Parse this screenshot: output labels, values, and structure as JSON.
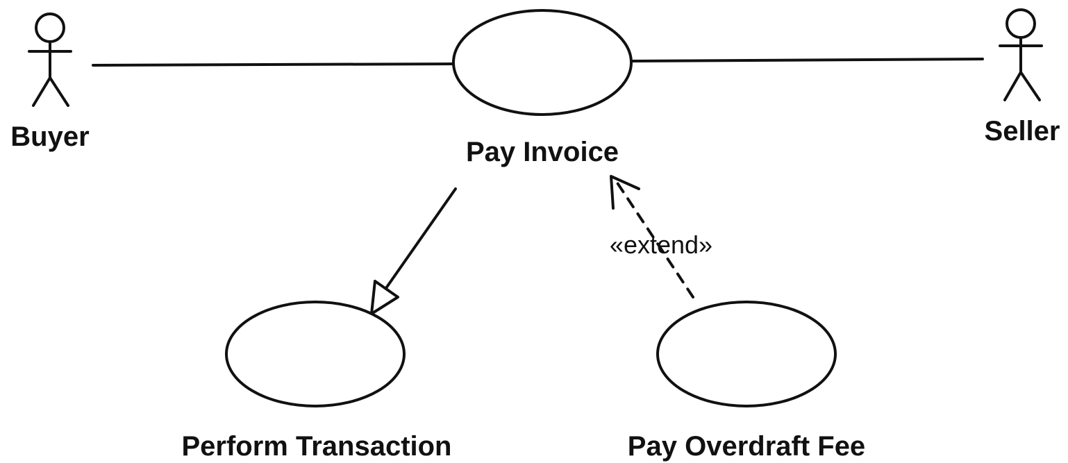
{
  "actors": {
    "buyer": {
      "label": "Buyer"
    },
    "seller": {
      "label": "Seller"
    }
  },
  "use_cases": {
    "pay_invoice": {
      "label": "Pay Invoice"
    },
    "perform_transaction": {
      "label": "Perform Transaction"
    },
    "pay_overdraft_fee": {
      "label": "Pay Overdraft Fee"
    }
  },
  "relationships": {
    "extend": {
      "label": "«extend»",
      "from": "Pay Overdraft Fee",
      "to": "Pay Invoice"
    },
    "generalization": {
      "from": "Pay Invoice",
      "to": "Perform Transaction"
    },
    "associations": [
      {
        "actor": "Buyer",
        "use_case": "Pay Invoice"
      },
      {
        "actor": "Seller",
        "use_case": "Pay Invoice"
      }
    ]
  }
}
